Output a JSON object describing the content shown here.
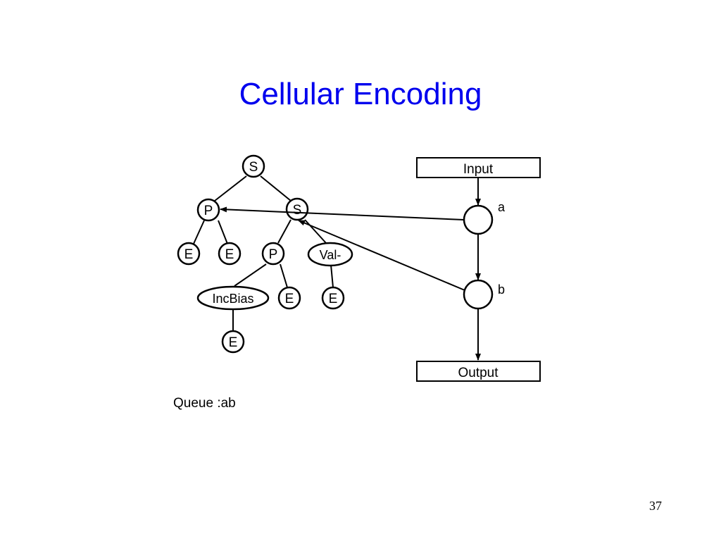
{
  "slide": {
    "title": "Cellular Encoding",
    "page_number": "37"
  },
  "tree": {
    "nodes": [
      {
        "id": "s-root",
        "label": "S"
      },
      {
        "id": "p-left",
        "label": "P"
      },
      {
        "id": "s-right",
        "label": "S"
      },
      {
        "id": "e1",
        "label": "E"
      },
      {
        "id": "e2",
        "label": "E"
      },
      {
        "id": "p-mid",
        "label": "P"
      },
      {
        "id": "val-minus",
        "label": "Val-"
      },
      {
        "id": "incbias",
        "label": "IncBias"
      },
      {
        "id": "e3",
        "label": "E"
      },
      {
        "id": "e4",
        "label": "E"
      },
      {
        "id": "e5",
        "label": "E"
      }
    ]
  },
  "network": {
    "input_label": "Input",
    "output_label": "Output",
    "cell_a_label": "a",
    "cell_b_label": "b"
  },
  "queue_text": "Queue :ab"
}
